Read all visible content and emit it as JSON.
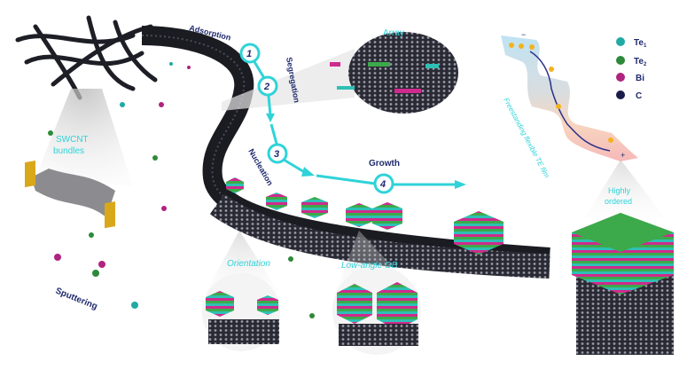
{
  "steps": [
    {
      "number": "1",
      "label": "Adsorption"
    },
    {
      "number": "2",
      "label": "Segregation"
    },
    {
      "number": "3",
      "label": "Nucleation"
    },
    {
      "number": "4",
      "label": "Growth"
    }
  ],
  "labels": {
    "swcnt_line1": "SWCNT",
    "swcnt_line2": "bundles",
    "sputtering": "Sputtering",
    "array": "Array",
    "orientation": "Orientation",
    "low_angle_gb": "Low-angle GB",
    "film": "Freestanding flexible TE film",
    "highly": "Highly",
    "ordered": "ordered"
  },
  "legend": [
    {
      "label": "Te",
      "sub": "1",
      "color": "#22a9a3"
    },
    {
      "label": "Te",
      "sub": "2",
      "color": "#2e8a3a"
    },
    {
      "label": "Bi",
      "sub": "",
      "color": "#b0237f"
    },
    {
      "label": "C",
      "sub": "",
      "color": "#1c1c4a"
    }
  ],
  "colors": {
    "accent": "#2fd3d8",
    "text": "#1f2a6e",
    "tube": "#23232e",
    "te1": "#2ec0b4",
    "te2": "#3caa4a",
    "bi": "#d02a8e"
  }
}
